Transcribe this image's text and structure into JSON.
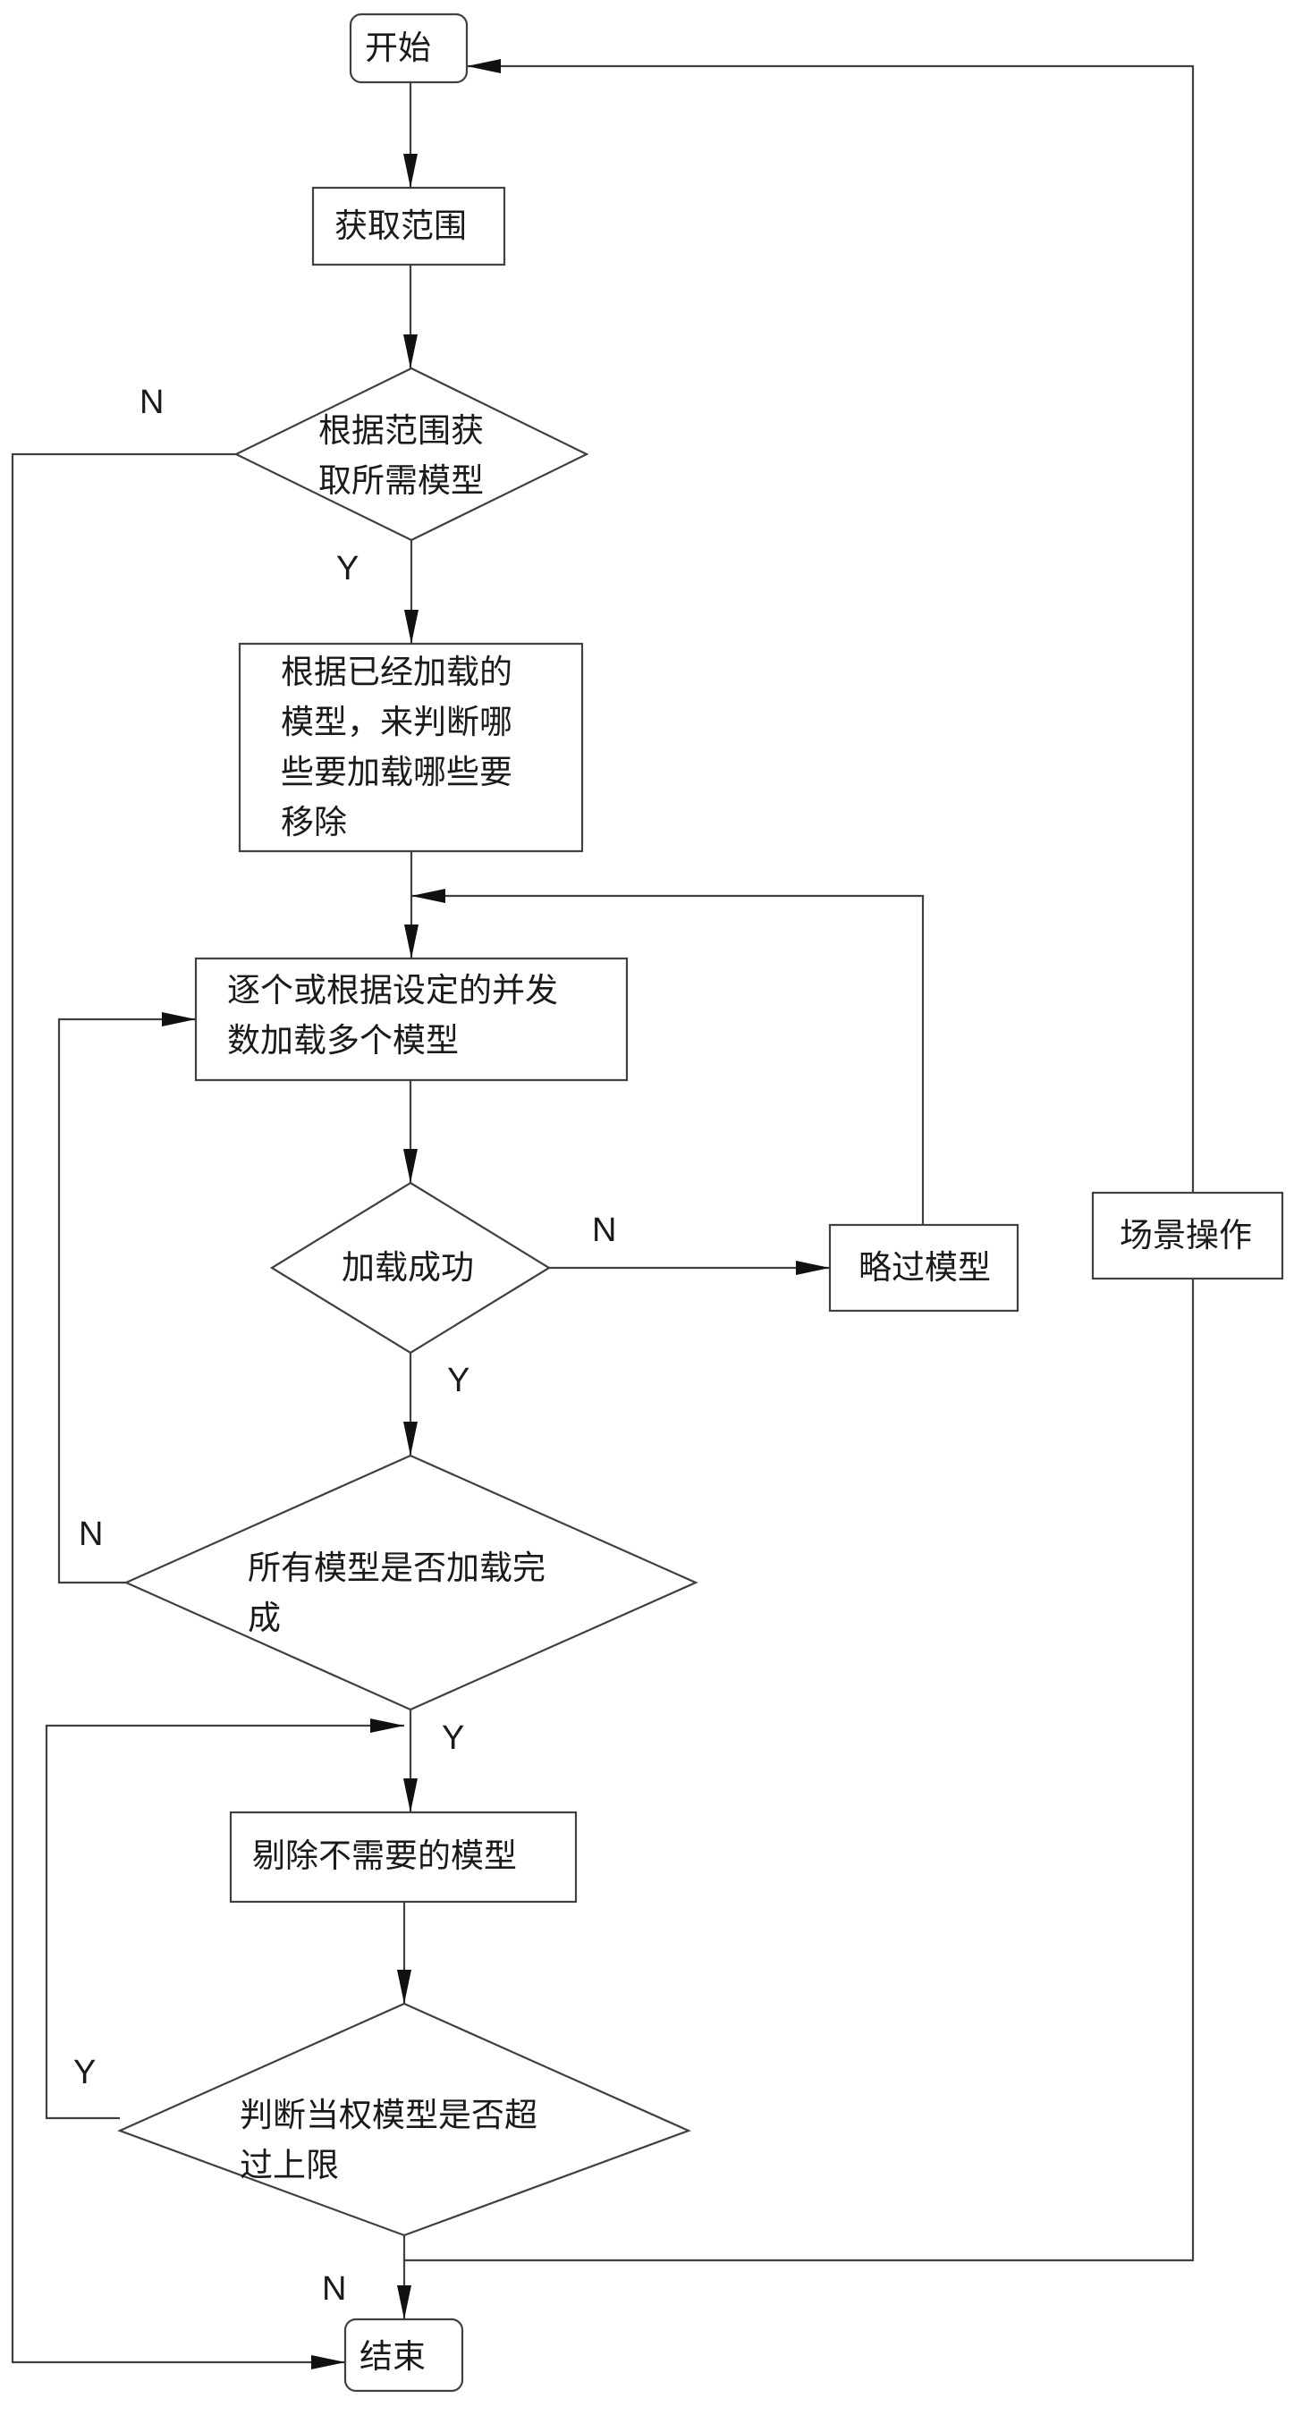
{
  "diagram": {
    "nodes": {
      "start": "开始",
      "get_range": "获取范围",
      "need_models": [
        "根据范围获",
        "取所需模型"
      ],
      "decide_load_remove": [
        "根据已经加载的",
        "模型，来判断哪",
        "些要加载哪些要",
        "移除"
      ],
      "load_models": [
        "逐个或根据设定的并发",
        "数加载多个模型"
      ],
      "load_success": "加载成功",
      "skip_model": "略过模型",
      "all_loaded": [
        "所有模型是否加载完",
        "成"
      ],
      "remove_unneeded": "剔除不需要的模型",
      "over_limit": [
        "判断当权模型是否超",
        "过上限"
      ],
      "scene_op": "场景操作",
      "end": "结束"
    },
    "edge_labels": {
      "need_models_no": "N",
      "need_models_yes": "Y",
      "load_success_no": "N",
      "load_success_yes": "Y",
      "all_loaded_no": "N",
      "all_loaded_yes": "Y",
      "over_limit_yes": "Y",
      "over_limit_no": "N"
    }
  }
}
